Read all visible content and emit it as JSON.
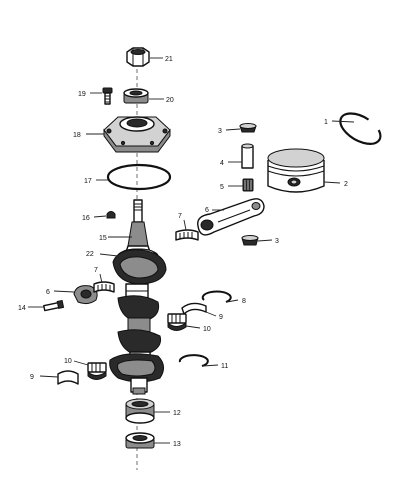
{
  "callouts": [
    {
      "key": "c1",
      "text": "1"
    },
    {
      "key": "c2",
      "text": "2"
    },
    {
      "key": "c3a",
      "text": "3"
    },
    {
      "key": "c3b",
      "text": "3"
    },
    {
      "key": "c4",
      "text": "4"
    },
    {
      "key": "c5",
      "text": "5"
    },
    {
      "key": "c6a",
      "text": "6"
    },
    {
      "key": "c6b",
      "text": "6"
    },
    {
      "key": "c7a",
      "text": "7"
    },
    {
      "key": "c7b",
      "text": "7"
    },
    {
      "key": "c8",
      "text": "8"
    },
    {
      "key": "c9a",
      "text": "9"
    },
    {
      "key": "c9b",
      "text": "9"
    },
    {
      "key": "c10a",
      "text": "10"
    },
    {
      "key": "c10b",
      "text": "10"
    },
    {
      "key": "c11",
      "text": "11"
    },
    {
      "key": "c12",
      "text": "12"
    },
    {
      "key": "c13",
      "text": "13"
    },
    {
      "key": "c14",
      "text": "14"
    },
    {
      "key": "c15",
      "text": "15"
    },
    {
      "key": "c16",
      "text": "16"
    },
    {
      "key": "c17",
      "text": "17"
    },
    {
      "key": "c18",
      "text": "18"
    },
    {
      "key": "c19",
      "text": "19"
    },
    {
      "key": "c20",
      "text": "20"
    },
    {
      "key": "c21",
      "text": "21"
    },
    {
      "key": "c22",
      "text": "22"
    }
  ]
}
